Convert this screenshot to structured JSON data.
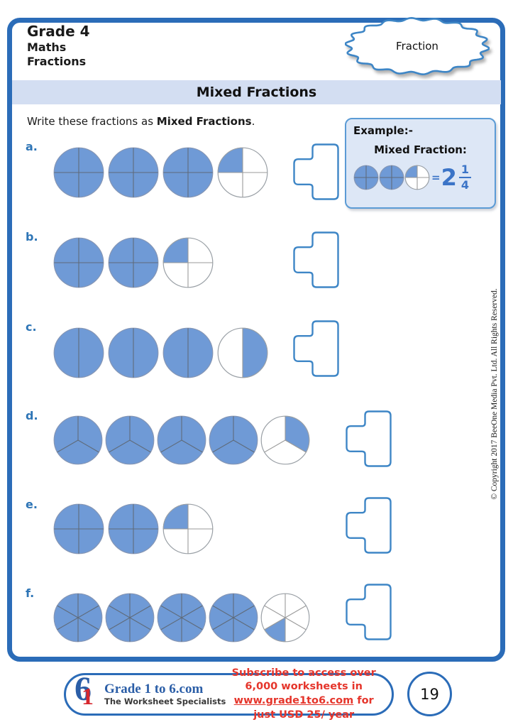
{
  "header": {
    "line1": "Grade 4",
    "line2": "Maths",
    "line3": "Fractions"
  },
  "topic_oval": {
    "label": "Fraction"
  },
  "banner": {
    "title": "Mixed Fractions"
  },
  "instruction": {
    "prefix": "Write these fractions as ",
    "bold": "Mixed Fractions",
    "suffix": "."
  },
  "example": {
    "title": "Example:-",
    "subtitle": "Mixed Fraction:",
    "circles": {
      "parts": 4,
      "whole_circles": 2,
      "partial": {
        "start_deg": 270,
        "sweep_deg": 90
      }
    },
    "equals_sign": "=",
    "whole_number": "2",
    "fraction_numerator": "1",
    "fraction_denominator": "4"
  },
  "rows": [
    {
      "label": "a.",
      "parts": 4,
      "whole_circles": 3,
      "partial": {
        "start_deg": 270,
        "sweep_deg": 90
      }
    },
    {
      "label": "b.",
      "parts": 4,
      "whole_circles": 2,
      "partial": {
        "start_deg": 270,
        "sweep_deg": 90
      }
    },
    {
      "label": "c.",
      "parts": 2,
      "whole_circles": 3,
      "partial": {
        "start_deg": 0,
        "sweep_deg": 180
      }
    },
    {
      "label": "d.",
      "parts": 3,
      "whole_circles": 4,
      "partial": {
        "start_deg": 0,
        "sweep_deg": 120
      }
    },
    {
      "label": "e.",
      "parts": 4,
      "whole_circles": 2,
      "partial": {
        "start_deg": 270,
        "sweep_deg": 90
      }
    },
    {
      "label": "f.",
      "parts": 6,
      "whole_circles": 4,
      "partial": {
        "start_deg": 180,
        "sweep_deg": 60
      }
    }
  ],
  "copyright": "© Copyright 2017 BeeOne Media Pvt. Ltd. All Rights Reserved.",
  "footer": {
    "logo_name": "Grade 1 to 6.com",
    "logo_tagline": "The Worksheet Specialists",
    "logo_mark_six": "6",
    "logo_mark_one": "1",
    "promo_line1": "Subscribe to access over 6,000 worksheets in",
    "promo_url": "www.grade1to6.com",
    "promo_line2_rest": " for just USD 25/ year",
    "page_number": "19"
  },
  "colors": {
    "page_border": "#2B6CB8",
    "banner_bg": "#D3DEF2",
    "circle_fill": "#6F9AD6",
    "circle_outline_full": "#8596B5",
    "circle_outline_empty": "#9AA0A6",
    "division_line": "#5F6B7A",
    "example_bg": "#DDE7F6",
    "example_border": "#5B9BD5",
    "answer_box_border": "#3E86C6",
    "row_label_blue": "#2E75B6",
    "equation_blue": "#3B74C7",
    "promo_red": "#E5352B",
    "logo_blue": "#2B5EA7",
    "logo_red": "#D6272E"
  }
}
